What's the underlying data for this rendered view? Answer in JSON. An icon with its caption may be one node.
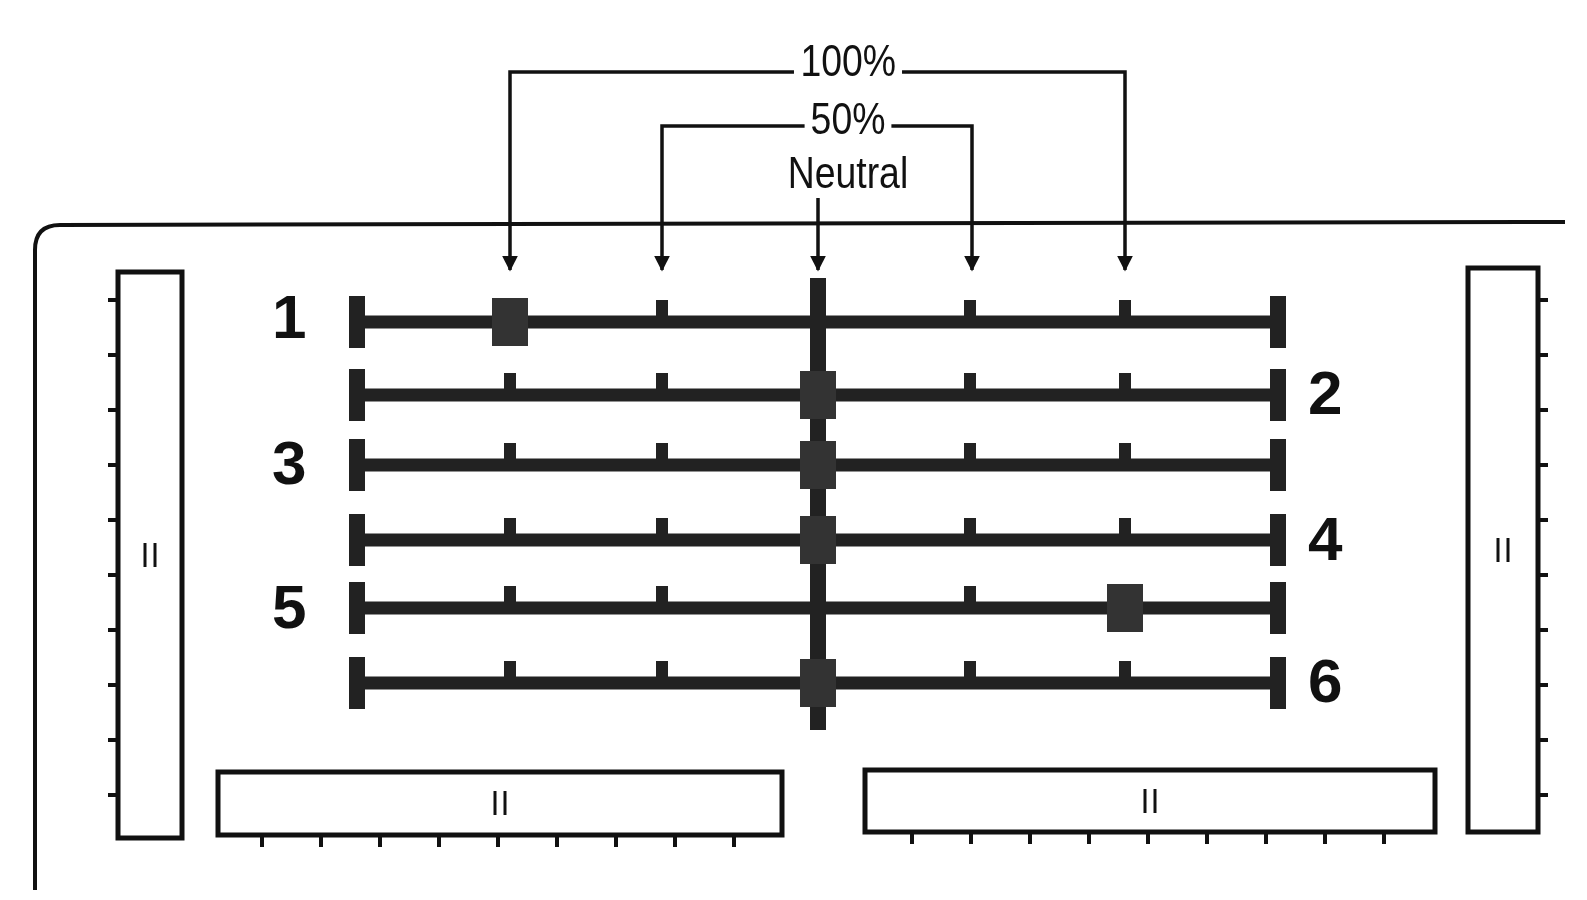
{
  "diagram": {
    "nodes": [
      {
        "text": [
          "100%"
        ]
      },
      {
        "text": [
          "50%"
        ]
      },
      {
        "text": [
          "Neutral"
        ]
      }
    ],
    "edges": [
      {
        "from": 0,
        "to": null,
        "arrow": "to"
      },
      {
        "from": 0,
        "to": null,
        "arrow": "to"
      },
      {
        "from": 1,
        "to": null,
        "arrow": "to"
      },
      {
        "from": 1,
        "to": null,
        "arrow": "to"
      },
      {
        "from": 2,
        "to": null,
        "arrow": "to"
      }
    ],
    "labels": [
      "1",
      "2",
      "3",
      "4",
      "5",
      "6"
    ]
  }
}
